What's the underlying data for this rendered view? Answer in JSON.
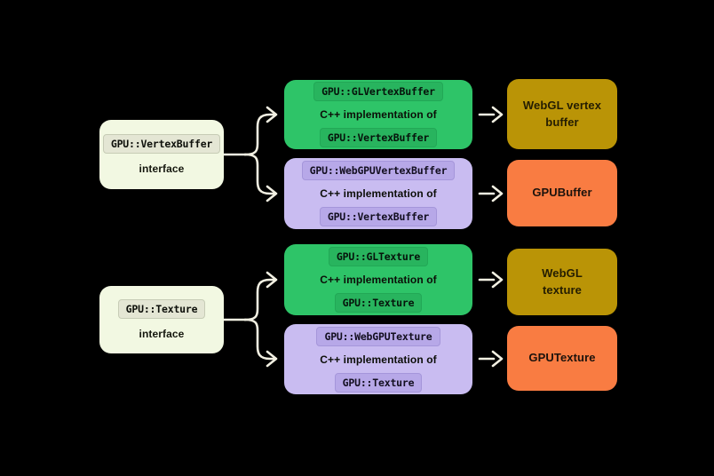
{
  "canvas": {
    "background": "#000000"
  },
  "colors": {
    "interface_box_bg": "#f2f8e2",
    "interface_chip_bg": "#e4e6d4",
    "interface_chip_border": "#c7ccb6",
    "green_box_bg": "#2ec468",
    "green_chip_bg": "#28b45e",
    "green_chip_border": "#22a856",
    "purple_box_bg": "#c9bcf1",
    "purple_chip_bg": "#b7a8e8",
    "purple_chip_border": "#a596da",
    "gold_box_bg": "#ba9406",
    "orange_box_bg": "#f97c42",
    "arrow": "#f2f0e2",
    "text_dark": "#0d0f0a"
  },
  "groups": [
    {
      "interface": {
        "code": "GPU::VertexBuffer",
        "label": "interface"
      },
      "implementations": [
        {
          "style": "green",
          "name": "GPU::GLVertexBuffer",
          "description": "C++ implementation of",
          "of": "GPU::VertexBuffer",
          "output": "WebGL vertex buffer"
        },
        {
          "style": "purple",
          "name": "GPU::WebGPUVertexBuffer",
          "description": "C++ implementation of",
          "of": "GPU::VertexBuffer",
          "output": "GPUBuffer"
        }
      ]
    },
    {
      "interface": {
        "code": "GPU::Texture",
        "label": "interface"
      },
      "implementations": [
        {
          "style": "green",
          "name": "GPU::GLTexture",
          "description": "C++ implementation of",
          "of": "GPU::Texture",
          "output": "WebGL texture"
        },
        {
          "style": "purple",
          "name": "GPU::WebGPUTexture",
          "description": "C++ implementation of",
          "of": "GPU::Texture",
          "output": "GPUTexture"
        }
      ]
    }
  ]
}
